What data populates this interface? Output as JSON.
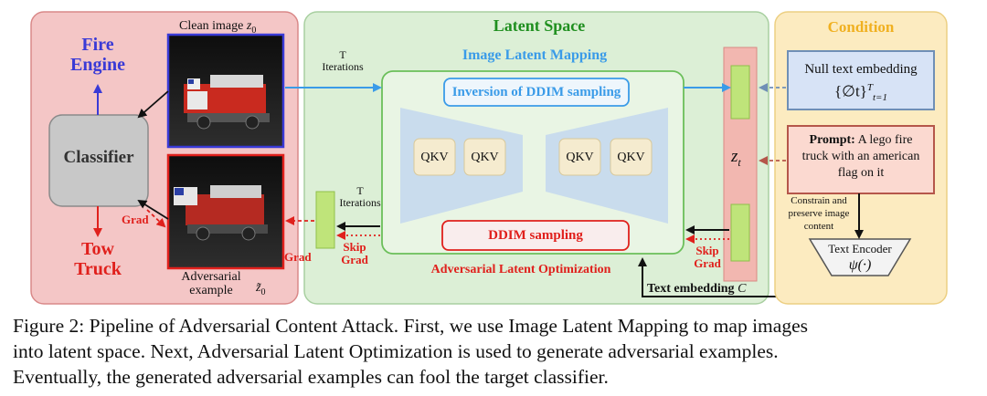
{
  "figure": {
    "left_panel": {
      "clean_image_label": "Clean image",
      "clean_image_symbol": "z",
      "clean_image_sub": "0",
      "fire_engine_label_1": "Fire",
      "fire_engine_label_2": "Engine",
      "classifier_label": "Classifier",
      "tow_truck_label_1": "Tow",
      "tow_truck_label_2": "Truck",
      "grad_label": "Grad",
      "adversarial_label_1": "Adversarial",
      "adversarial_label_2": "example",
      "adversarial_symbol": "z̃",
      "adversarial_sub": "0"
    },
    "latent_panel": {
      "title": "Latent Space",
      "mapping_title": "Image Latent Mapping",
      "inversion_label": "Inversion of DDIM sampling",
      "qkv": [
        "QKV",
        "QKV",
        "QKV",
        "QKV"
      ],
      "ddim_label": "DDIM sampling",
      "optimization_title": "Adversarial Latent Optimization",
      "t_top": "T",
      "iter_top": "Iterations",
      "t_mid": "T",
      "iter_mid": "Iterations",
      "grad_label": "Grad",
      "skip_left_1": "Skip",
      "skip_left_2": "Grad",
      "skip_right_1": "Skip",
      "skip_right_2": "Grad",
      "zt_symbol": "z",
      "zt_sub": "t",
      "text_embedding_label": "Text embedding",
      "text_embedding_symbol": "C"
    },
    "condition_panel": {
      "title": "Condition",
      "null_text_label": "Null text embedding",
      "null_text_math": "{∅t}",
      "prompt_bold": "Prompt:",
      "prompt_line1": "A lego fire",
      "prompt_line2": "truck with an american",
      "prompt_line3": "flag on it",
      "constrain_1": "Constrain and",
      "constrain_2": "preserve image",
      "constrain_3": "content",
      "encoder_label": "Text Encoder",
      "encoder_math": "ψ(·)"
    },
    "colors": {
      "red_panel": "#f4c6c6",
      "green_panel": "#dcefd6",
      "yellow_panel": "#fcebc0",
      "blue_text": "#3a3ad6",
      "red_text": "#e0201c",
      "green_text": "#1f8f1f",
      "light_blue": "#3a9be8",
      "orange": "#f0b020"
    }
  },
  "caption": {
    "line1": "Figure 2: Pipeline of Adversarial Content Attack. First, we use Image Latent Mapping to map images",
    "line2": "into latent space. Next, Adversarial Latent Optimization is used to generate adversarial examples.",
    "line3": "Eventually, the generated adversarial examples can fool the target classifier."
  }
}
